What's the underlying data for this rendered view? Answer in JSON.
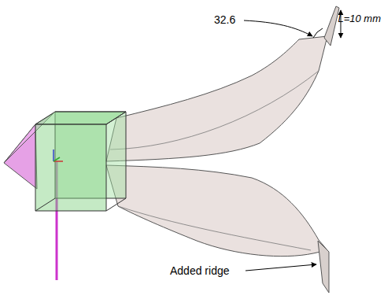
{
  "diagram": {
    "labels": [
      "32.6",
      "L=10 mm",
      "Added ridge"
    ]
  }
}
